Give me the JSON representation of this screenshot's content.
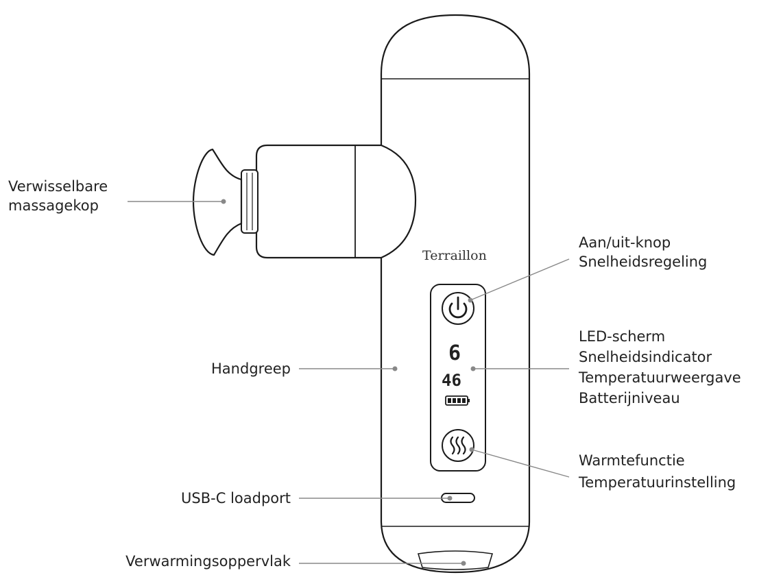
{
  "device": {
    "brand": "Terraillon",
    "display": {
      "speed": "6",
      "temperature": "46"
    }
  },
  "labels": {
    "massage_head": [
      "Verwisselbare",
      "massagekop"
    ],
    "power_button": [
      "Aan/uit-knop",
      "Snelheidsregeling"
    ],
    "led_screen": [
      "LED-scherm",
      "Snelheidsindicator",
      "Temperatuurweergave",
      "Batterijniveau"
    ],
    "handle": "Handgreep",
    "heat_function": [
      "Warmtefunctie",
      "Temperatuurinstelling"
    ],
    "usb_port": "USB-C loadport",
    "heating_surface": "Verwarmingsoppervlak"
  },
  "icons": {
    "power": "power-icon",
    "heat": "heat-waves-icon",
    "battery": "battery-icon"
  },
  "colors": {
    "outline": "#1a1a1a",
    "leader_line": "#888888",
    "text": "#222222"
  }
}
